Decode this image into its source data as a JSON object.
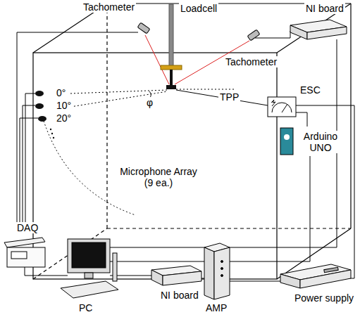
{
  "diagram": {
    "labels": [
      "Tachometer",
      "Loadcell",
      "NI board",
      "Tachometer",
      "0°",
      "10°",
      "φ",
      "TPP",
      "20°",
      "ESC",
      "DAQ",
      "Microphone Array (9 ea.)",
      "Arduino UNO",
      "PC",
      "NI board",
      "AMP",
      "Power supply"
    ]
  }
}
